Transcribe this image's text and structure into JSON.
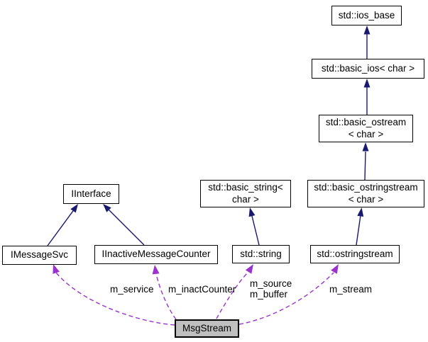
{
  "diagram": {
    "kind": "collaboration-graph",
    "colors": {
      "inheritance_edge": "#191970",
      "usage_edge": "#9A32CD",
      "node_fill": "#FFFFFF",
      "node_border": "#000000",
      "focus_node_fill": "#BFBFBF",
      "background": "#FFFFFF",
      "text": "#000000"
    },
    "nodes": {
      "ios_base": {
        "label": "std::ios_base"
      },
      "basic_ios": {
        "label": "std::basic_ios< char >"
      },
      "basic_ostream": {
        "label": "std::basic_ostream\n< char >"
      },
      "basic_ostringstream": {
        "label": "std::basic_ostringstream\n< char >"
      },
      "ostringstream": {
        "label": "std::ostringstream"
      },
      "basic_string": {
        "label": "std::basic_string<\nchar >"
      },
      "string": {
        "label": "std::string"
      },
      "iinterface": {
        "label": "IInterface"
      },
      "imessagesvc": {
        "label": "IMessageSvc"
      },
      "iinactivemessagecounter": {
        "label": "IInactiveMessageCounter"
      },
      "msgstream": {
        "label": "MsgStream",
        "highlighted": true
      }
    },
    "edges": [
      {
        "from": "std::basic_ios< char >",
        "to": "std::ios_base",
        "type": "inheritance"
      },
      {
        "from": "std::basic_ostream< char >",
        "to": "std::basic_ios< char >",
        "type": "inheritance"
      },
      {
        "from": "std::basic_ostringstream< char >",
        "to": "std::basic_ostream< char >",
        "type": "inheritance"
      },
      {
        "from": "std::ostringstream",
        "to": "std::basic_ostringstream< char >",
        "type": "inheritance"
      },
      {
        "from": "std::string",
        "to": "std::basic_string< char >",
        "type": "inheritance"
      },
      {
        "from": "IMessageSvc",
        "to": "IInterface",
        "type": "inheritance"
      },
      {
        "from": "IInactiveMessageCounter",
        "to": "IInterface",
        "type": "inheritance"
      },
      {
        "from": "MsgStream",
        "to": "IMessageSvc",
        "type": "usage",
        "label": "m_service"
      },
      {
        "from": "MsgStream",
        "to": "IInactiveMessageCounter",
        "type": "usage",
        "label": "m_inactCounter"
      },
      {
        "from": "MsgStream",
        "to": "std::string",
        "type": "usage",
        "label": "m_source\nm_buffer"
      },
      {
        "from": "MsgStream",
        "to": "std::ostringstream",
        "type": "usage",
        "label": "m_stream"
      }
    ]
  }
}
